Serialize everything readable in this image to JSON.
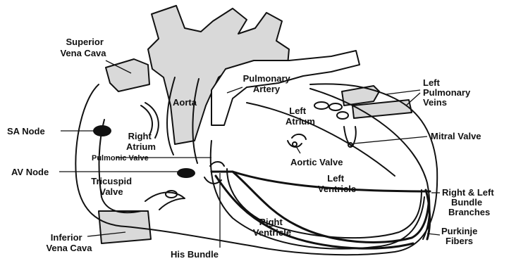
{
  "labels": {
    "superior_vena_cava": [
      "Superior",
      "Vena Cava"
    ],
    "pulmonary_artery": [
      "Pulmonary",
      "Artery"
    ],
    "left_pulmonary_veins": [
      "Left",
      "Pulmonary",
      "Veins"
    ],
    "aorta": "Aorta",
    "sa_node": "SA Node",
    "right_atrium": [
      "Right",
      "Atrium"
    ],
    "left_atrium": [
      "Left",
      "Atrium"
    ],
    "mitral_valve": "Mitral Valve",
    "pulmonic_valve": "Pulmonic Valve",
    "av_node": "AV Node",
    "aortic_valve": "Aortic Valve",
    "tricuspid_valve": [
      "Tricuspid",
      "Valve"
    ],
    "left_ventricle": [
      "Left",
      "Ventricle"
    ],
    "bundle_branches": [
      "Right & Left",
      "Bundle",
      "Branches"
    ],
    "right_ventricle": [
      "Right",
      "Ventricle"
    ],
    "purkinje_fibers": [
      "Purkinje",
      "Fibers"
    ],
    "inferior_vena_cava": [
      "Inferior",
      "Vena Cava"
    ],
    "his_bundle": "His Bundle"
  },
  "colors": {
    "ink": "#111111",
    "vessel_fill": "#d9d9d9",
    "background": "#ffffff"
  }
}
